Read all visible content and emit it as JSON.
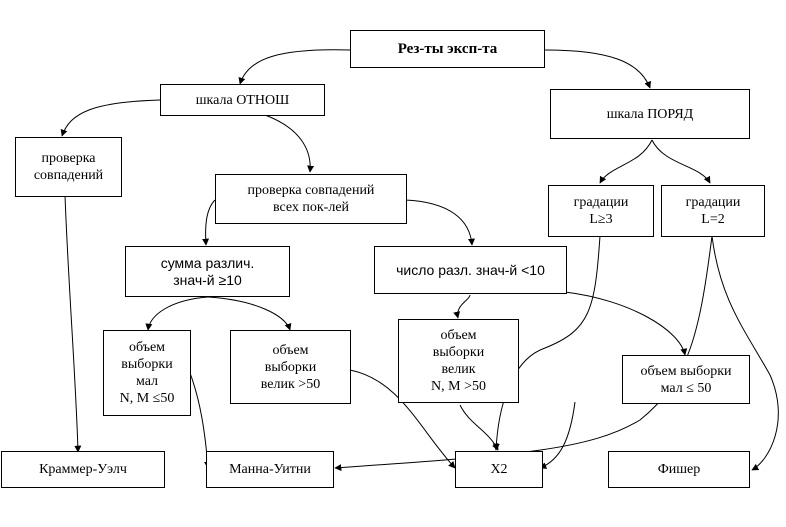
{
  "nodes": {
    "root": "Рез-ты эксп-та",
    "scale_ratio": "шкала ОТНОШ",
    "scale_order": "шкала ПОРЯД",
    "match_check": "проверка\nсовпадений",
    "match_all": "проверка совпадений\nвсех пок-лей",
    "grad_ge3": "градации\nL≥3",
    "grad_eq2": "градации\nL=2",
    "sum_diff": "сумма различ.\nзнач-й ≥10",
    "count_diff": "число разл. знач-й <10",
    "small_sample": "объем\nвыборки\nмал\nN, M ≤50",
    "large_sample_1": "объем\nвыборки\nвелик >50",
    "large_sample_2": "объем\nвыборки\nвелик\nN, M >50",
    "small_sample_2": "объем выборки\nмал ≤ 50",
    "kramer": "Краммер-Уэлч",
    "mann": "Манна-Уитни",
    "chi2": "Х2",
    "fisher": "Фишер"
  },
  "colors": {
    "line": "#000000",
    "box_border": "#000000",
    "background": "#ffffff"
  }
}
